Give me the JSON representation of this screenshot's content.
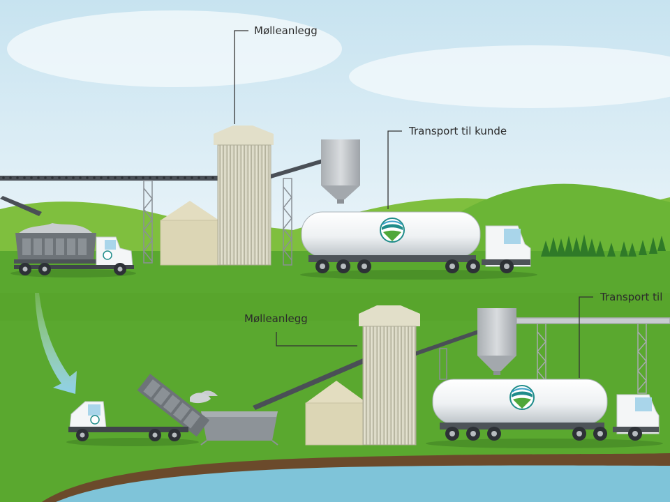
{
  "labels": {
    "mill_top": "Mølleanlegg",
    "transport_top": "Transport til kunde",
    "mill_bottom": "Mølleanlegg",
    "transport_bottom": "Transport til"
  },
  "colors": {
    "sky": "#d8ecf4",
    "grass": "#5fa832",
    "grass_dark": "#4e9a2a",
    "hills": "#8dc443",
    "water": "#7fc4d9",
    "soil": "#6b4a2b",
    "silo": "#d9d7c3",
    "shed": "#dcd6b5",
    "conveyor": "#4a4f56",
    "truck_white": "#f4f6f7",
    "logo_teal": "#1f8c8a",
    "arrow": "#9fd6ea"
  },
  "icons": {
    "logo": "green-valley-logo-icon"
  }
}
